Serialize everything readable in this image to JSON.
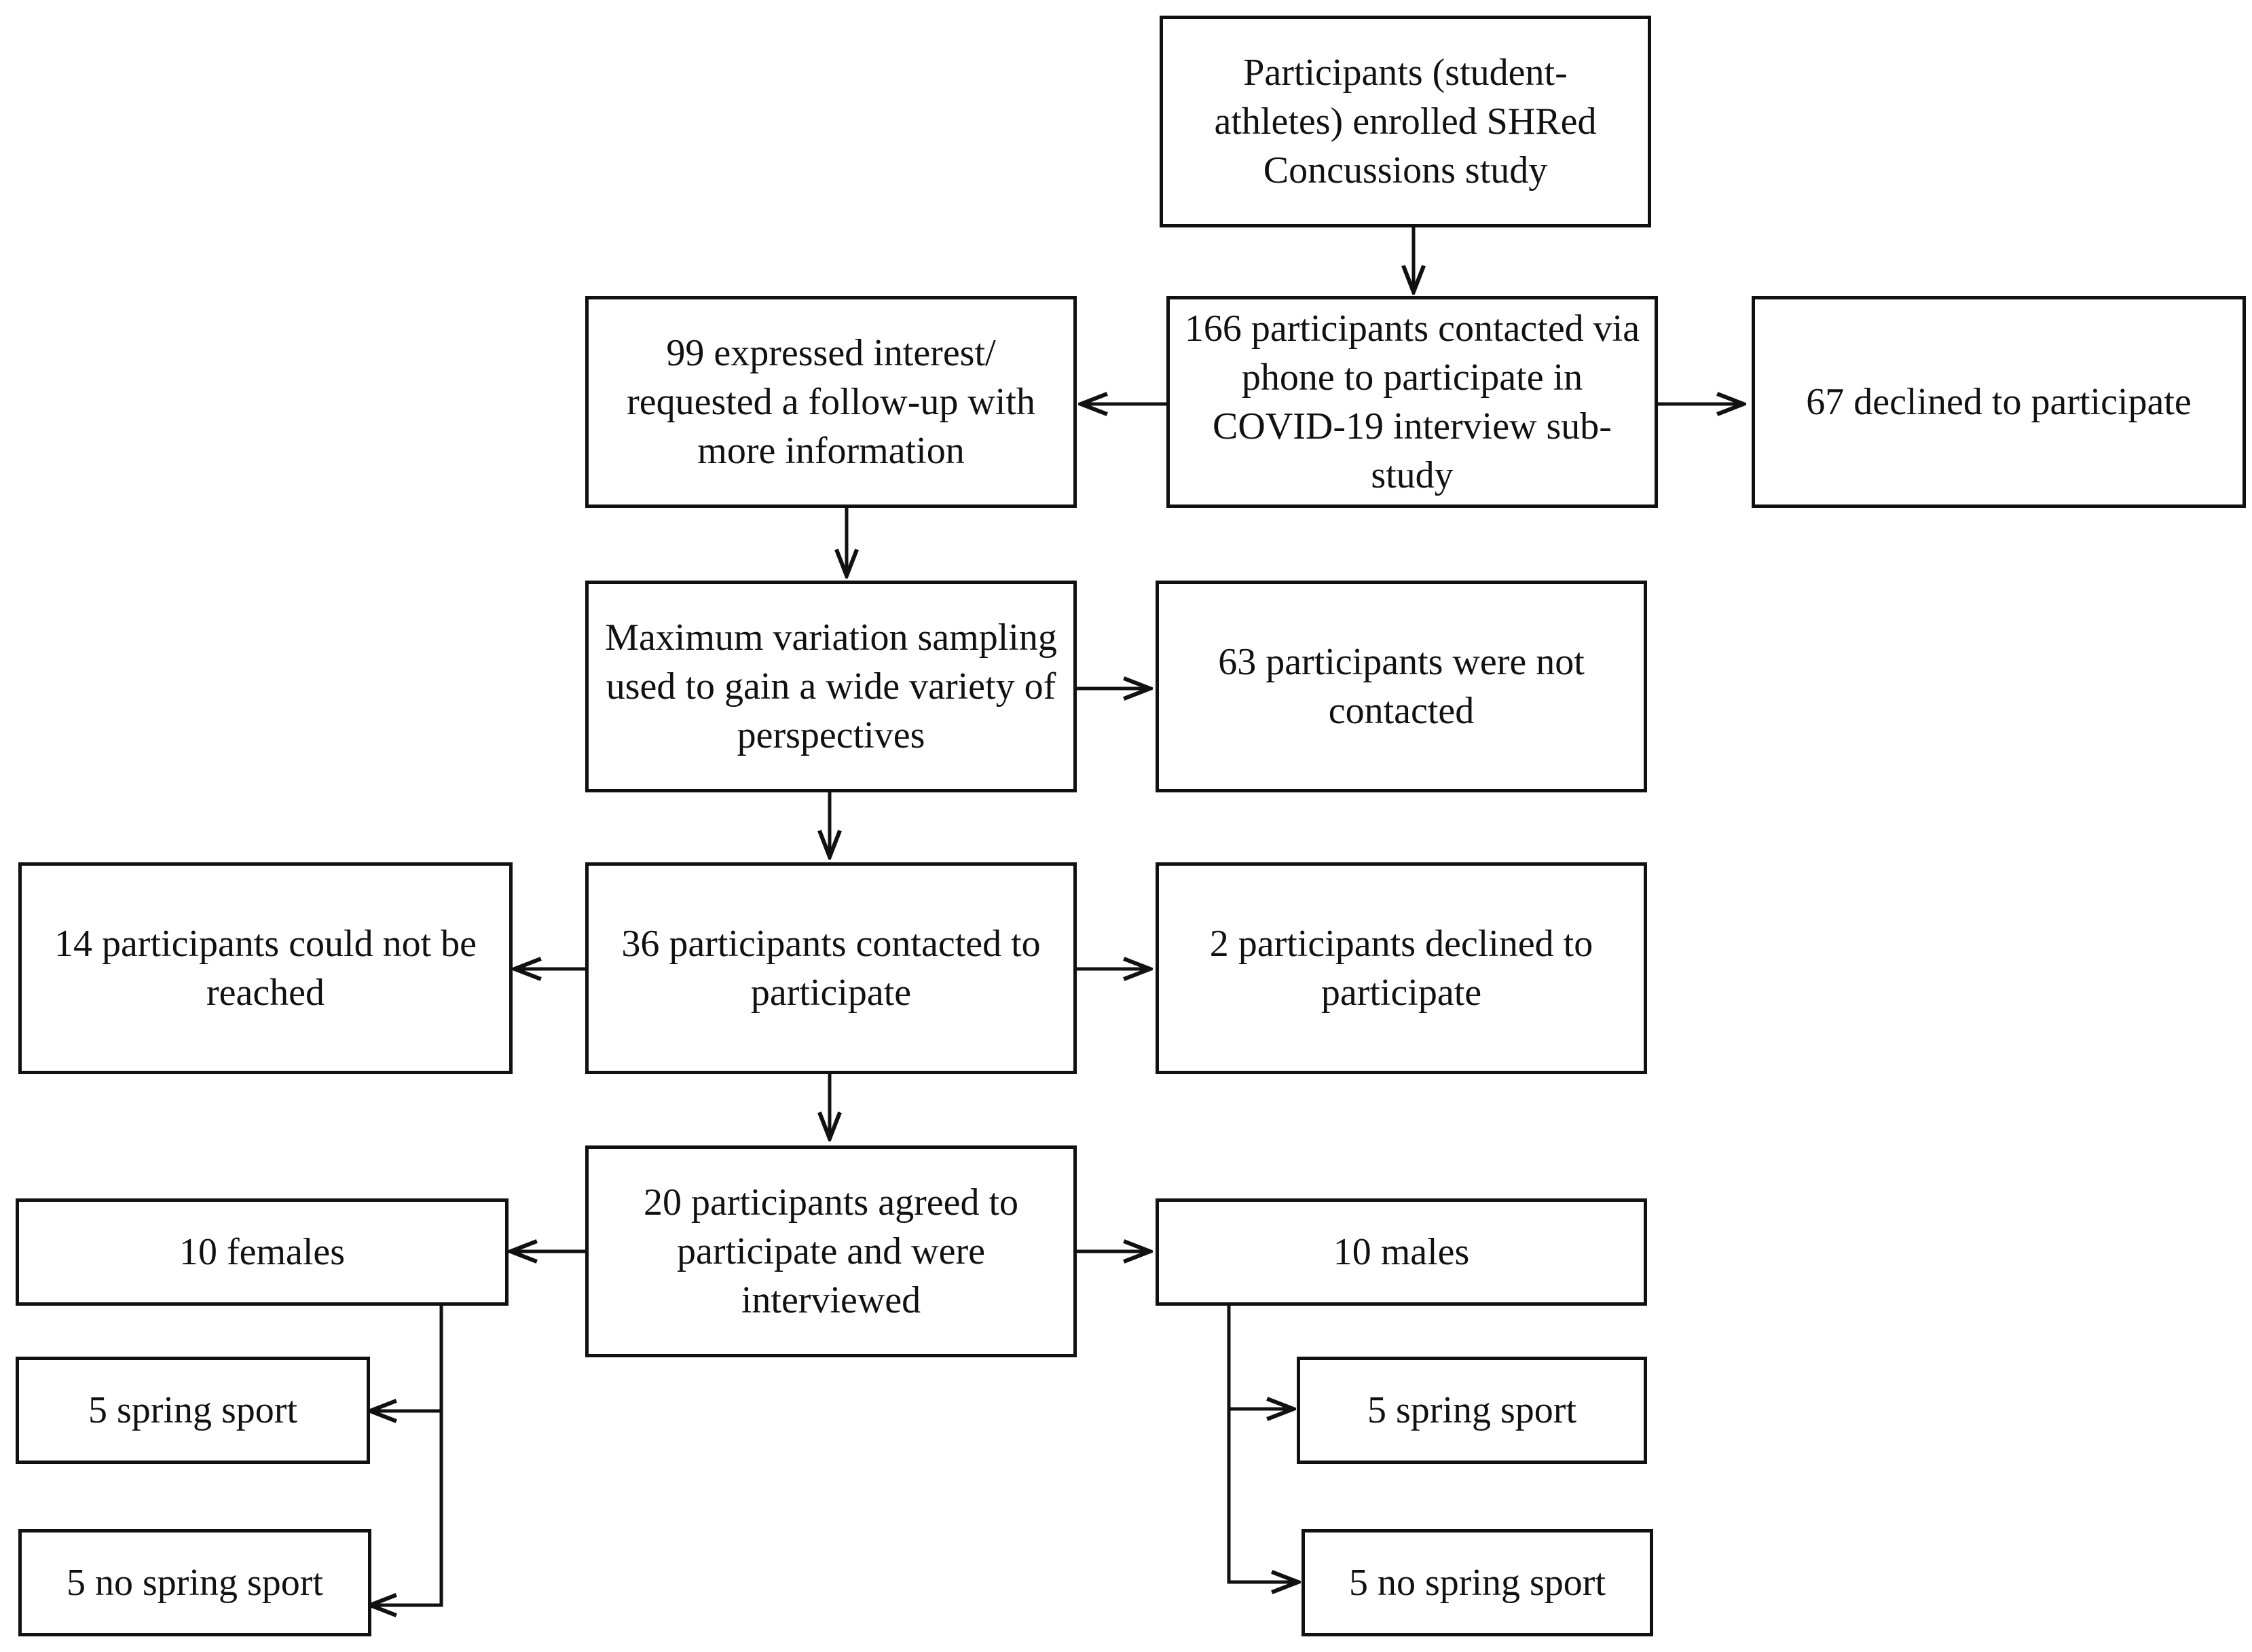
{
  "nodes": {
    "enrolled": {
      "label": "Participants (student-athletes) enrolled SHRed Concussions study"
    },
    "contacted_phone": {
      "label": "166 participants contacted via phone to participate in COVID-19 interview sub-study"
    },
    "expressed_interest": {
      "label": "99 expressed interest/ requested a follow-up with more information"
    },
    "declined_67": {
      "label": "67 declined to participate"
    },
    "max_variation": {
      "label": "Maximum variation sampling used to gain a wide variety of perspectives"
    },
    "not_contacted": {
      "label": "63 participants were not contacted"
    },
    "contacted_36": {
      "label": "36 participants contacted to participate"
    },
    "not_reached": {
      "label": "14 participants could not be reached"
    },
    "declined_2": {
      "label": "2 participants declined to participate"
    },
    "agreed_20": {
      "label": "20 participants agreed to participate and were interviewed"
    },
    "females": {
      "label": "10 females"
    },
    "males": {
      "label": "10 males"
    },
    "f_spring": {
      "label": "5 spring sport"
    },
    "f_no_spring": {
      "label": "5 no spring sport"
    },
    "m_spring": {
      "label": "5 spring sport"
    },
    "m_no_spring": {
      "label": "5 no spring sport"
    }
  },
  "edges": [
    {
      "from": "enrolled",
      "to": "contacted_phone"
    },
    {
      "from": "contacted_phone",
      "to": "expressed_interest"
    },
    {
      "from": "contacted_phone",
      "to": "declined_67"
    },
    {
      "from": "expressed_interest",
      "to": "max_variation"
    },
    {
      "from": "max_variation",
      "to": "not_contacted"
    },
    {
      "from": "max_variation",
      "to": "contacted_36"
    },
    {
      "from": "contacted_36",
      "to": "not_reached"
    },
    {
      "from": "contacted_36",
      "to": "declined_2"
    },
    {
      "from": "contacted_36",
      "to": "agreed_20"
    },
    {
      "from": "agreed_20",
      "to": "females"
    },
    {
      "from": "agreed_20",
      "to": "males"
    },
    {
      "from": "females",
      "to": "f_spring"
    },
    {
      "from": "females",
      "to": "f_no_spring"
    },
    {
      "from": "males",
      "to": "m_spring"
    },
    {
      "from": "males",
      "to": "m_no_spring"
    }
  ],
  "colors": {
    "stroke": "#111111",
    "background": "#ffffff",
    "text": "#111111"
  }
}
